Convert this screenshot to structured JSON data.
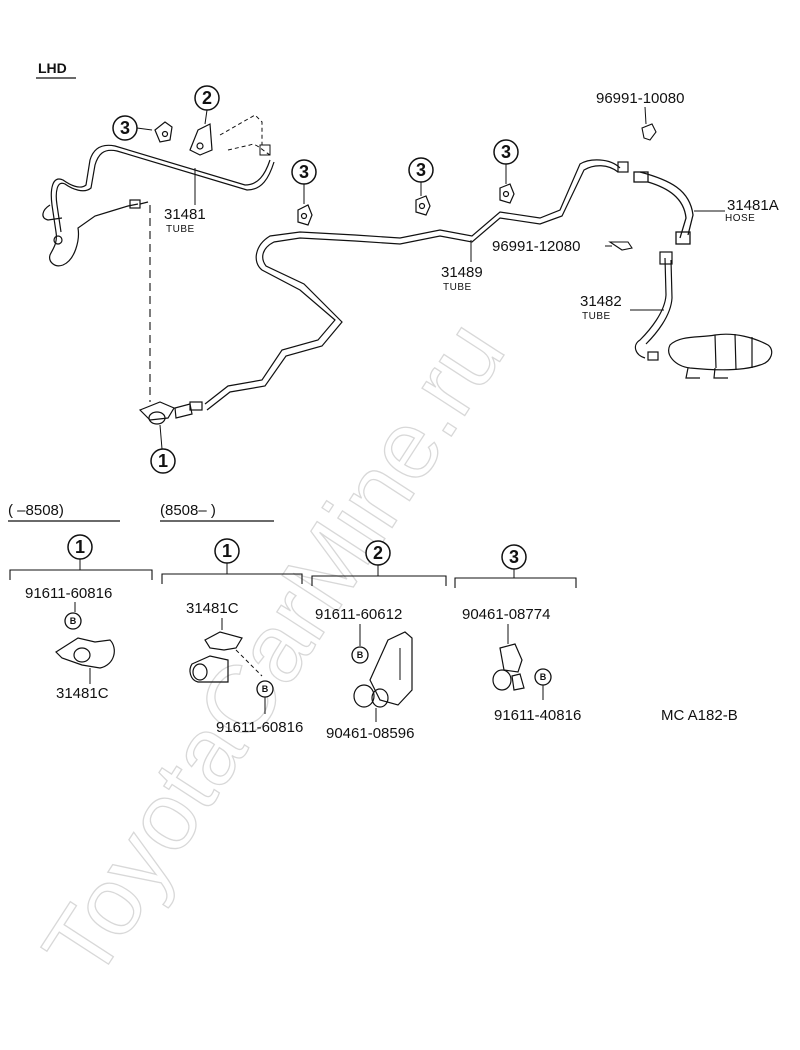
{
  "watermark": "ToyotaCarMine.ru",
  "diagram": {
    "region_label": "LHD",
    "callouts": {
      "c1": "1",
      "c2": "2",
      "c3a": "3",
      "c3b": "3",
      "c3c": "3",
      "c3d": "3"
    },
    "labels": {
      "p96991_10080": "96991-10080",
      "p31481": "31481",
      "p31481_sub": "TUBE",
      "p31481A": "31481A",
      "p31481A_sub": "HOSE",
      "p96991_12080": "96991-12080",
      "p31489": "31489",
      "p31489_sub": "TUBE",
      "p31482": "31482",
      "p31482_sub": "TUBE"
    }
  },
  "legend": {
    "date_left": "(         –8508)",
    "date_right": "(8508–          )",
    "groups": [
      {
        "num": "1",
        "labels": {
          "a": "91611-60816",
          "b": "31481C"
        },
        "bolt": "B"
      },
      {
        "num": "1",
        "labels": {
          "a": "31481C",
          "b": "91611-60816"
        },
        "bolt": "B"
      },
      {
        "num": "2",
        "labels": {
          "a": "91611-60612",
          "b": "90461-08596"
        },
        "bolt": "B"
      },
      {
        "num": "3",
        "labels": {
          "a": "90461-08774",
          "b": "91611-40816"
        },
        "bolt": "B"
      }
    ],
    "code": "MC  A182-B"
  }
}
